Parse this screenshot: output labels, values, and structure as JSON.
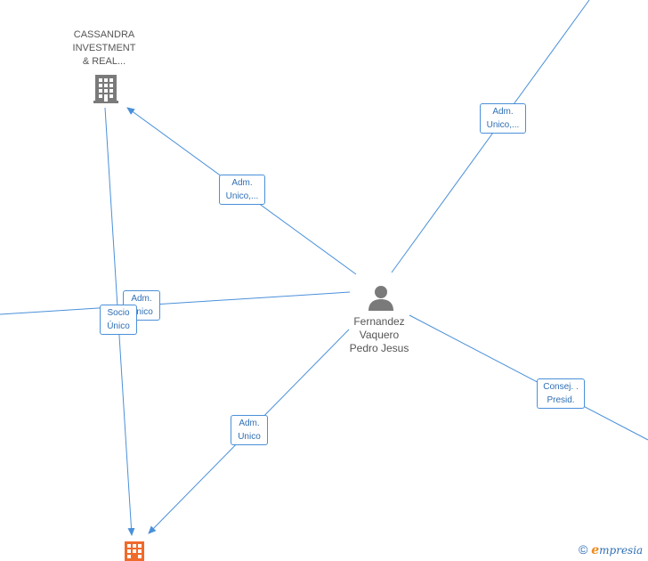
{
  "colors": {
    "edge": "#4a90d9",
    "label_text": "#2f6fb5",
    "node_text": "#555555",
    "company_gray": "#7a7a7a",
    "company_orange": "#f06a2a",
    "brand_orange": "#f08a1c"
  },
  "nodes": {
    "company_top": {
      "name_lines": [
        "CASSANDRA",
        "INVESTMENT",
        "& REAL..."
      ],
      "icon": "building-icon"
    },
    "person": {
      "name_lines": [
        "Fernandez",
        "Vaquero",
        "Pedro Jesus"
      ],
      "icon": "person-icon"
    },
    "company_bottom": {
      "icon": "building-icon"
    }
  },
  "edges": {
    "person_to_top_company": [
      "Adm.",
      "Unico,..."
    ],
    "person_to_top_right": [
      "Adm.",
      "Unico,..."
    ],
    "person_to_left": [
      "Adm.",
      "Unico"
    ],
    "top_company_to_bottom_company": [
      "Socio",
      "Único"
    ],
    "person_to_bottom_company": [
      "Adm.",
      "Unico"
    ],
    "person_to_bottom_right": [
      "Consej. .",
      "Presid."
    ]
  },
  "brand": {
    "copyright": "©",
    "logo_initial": "e",
    "logo_rest": "mpresia"
  }
}
